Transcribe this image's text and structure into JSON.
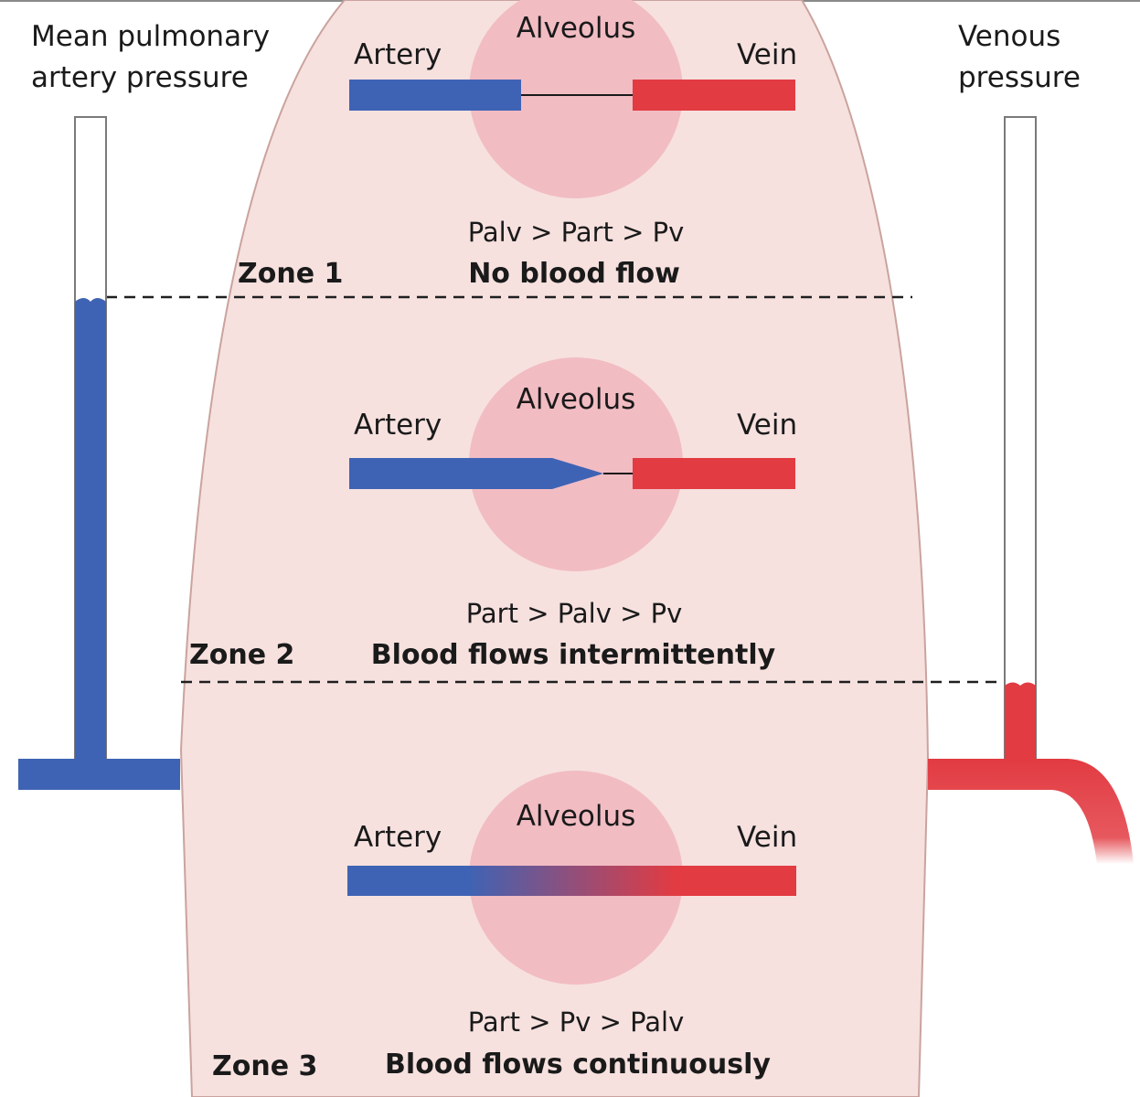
{
  "diagram": {
    "left_gauge": {
      "title_line1": "Mean pulmonary",
      "title_line2": "artery pressure"
    },
    "right_gauge": {
      "title_line1": "Venous",
      "title_line2": "pressure"
    },
    "labels": {
      "alveolus": "Alveolus",
      "artery": "Artery",
      "vein": "Vein"
    },
    "zones": [
      {
        "name": "Zone 1",
        "inequality": "Palv > Part > Pv",
        "status": "No blood flow"
      },
      {
        "name": "Zone 2",
        "inequality": "Part > Palv > Pv",
        "status": "Blood flows intermittently"
      },
      {
        "name": "Zone 3",
        "inequality": "Part > Pv > Palv",
        "status": "Blood flows continuously"
      }
    ],
    "colors": {
      "lung": "#f6e1df",
      "lung_outline": "#caa39e",
      "alveolus": "#f2bcc3",
      "artery": "#3f63b4",
      "vein": "#e23b42",
      "dashed_line": "#1f1f1f"
    }
  }
}
